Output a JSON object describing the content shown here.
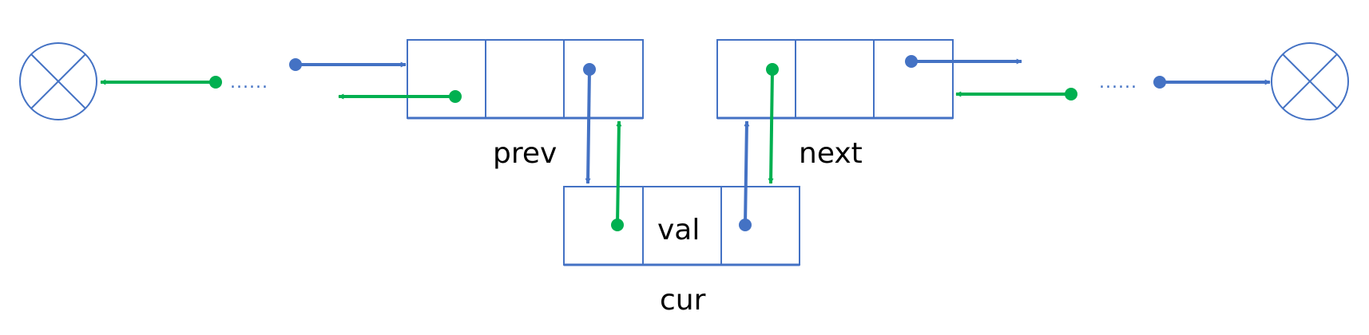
{
  "nodes": {
    "prev": {
      "label": "prev"
    },
    "next": {
      "label": "next"
    },
    "cur": {
      "label": "cur",
      "value_label": "val"
    }
  },
  "ellipsis": {
    "left": "......",
    "right": "......"
  },
  "null_terminals": {
    "left": "null-cross-icon",
    "right": "null-cross-icon"
  },
  "colors": {
    "node_outline": "#4472C4",
    "forward_link": "#4472C4",
    "backward_link": "#00B050",
    "text": "#000000"
  }
}
